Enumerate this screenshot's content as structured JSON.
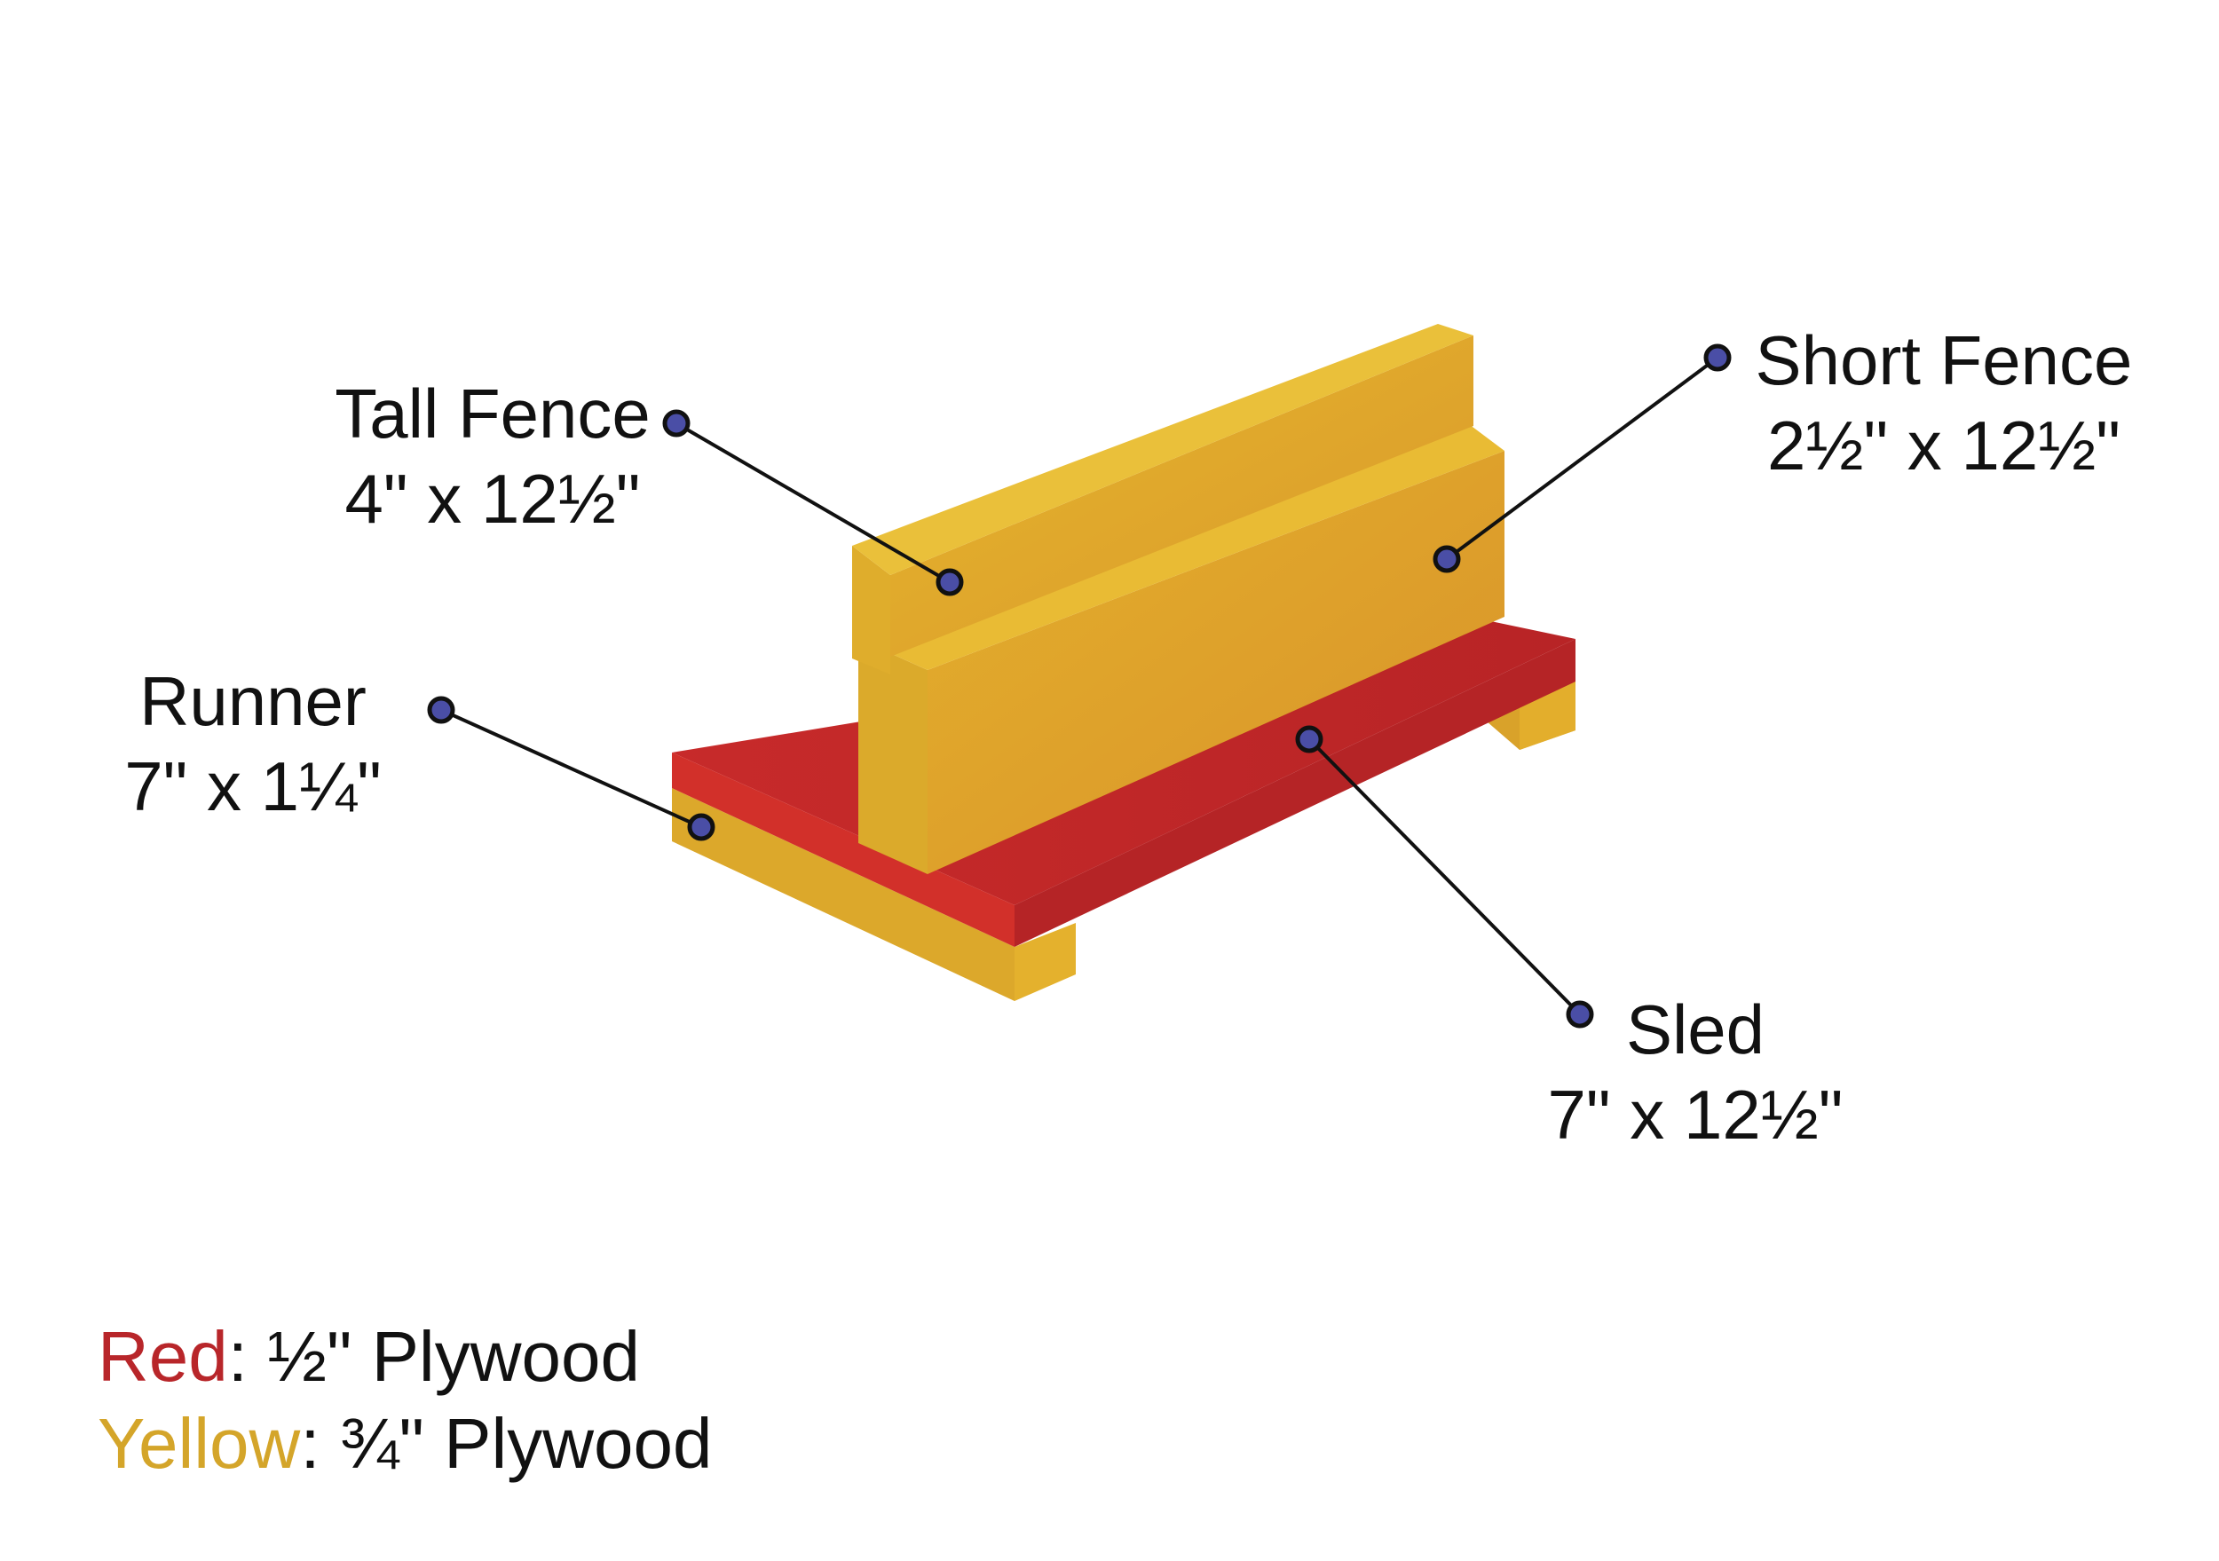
{
  "parts": {
    "tall_fence": {
      "name": "Tall Fence",
      "size": "4\" x 12½\""
    },
    "short_fence": {
      "name": "Short Fence",
      "size": "2½\" x 12½\""
    },
    "runner": {
      "name": "Runner",
      "size": "7\" x 1¼\""
    },
    "sled": {
      "name": "Sled",
      "size": "7\" x 12½\""
    }
  },
  "legend": {
    "red": {
      "color_word": "Red",
      "separator": ":",
      "material": " ½\" Plywood",
      "color": "#b8262a"
    },
    "yellow": {
      "color_word": "Yellow",
      "separator": ":",
      "material": " ¾\" Plywood",
      "color": "#d4a52a"
    }
  },
  "colors": {
    "yellow_light": "#e2b22c",
    "yellow_mid": "#dfa62a",
    "yellow_dark": "#cf9a26",
    "red_top": "#c12a2a",
    "red_side": "#d0302a",
    "dot_fill": "#4a4ea6",
    "line": "#111111"
  }
}
